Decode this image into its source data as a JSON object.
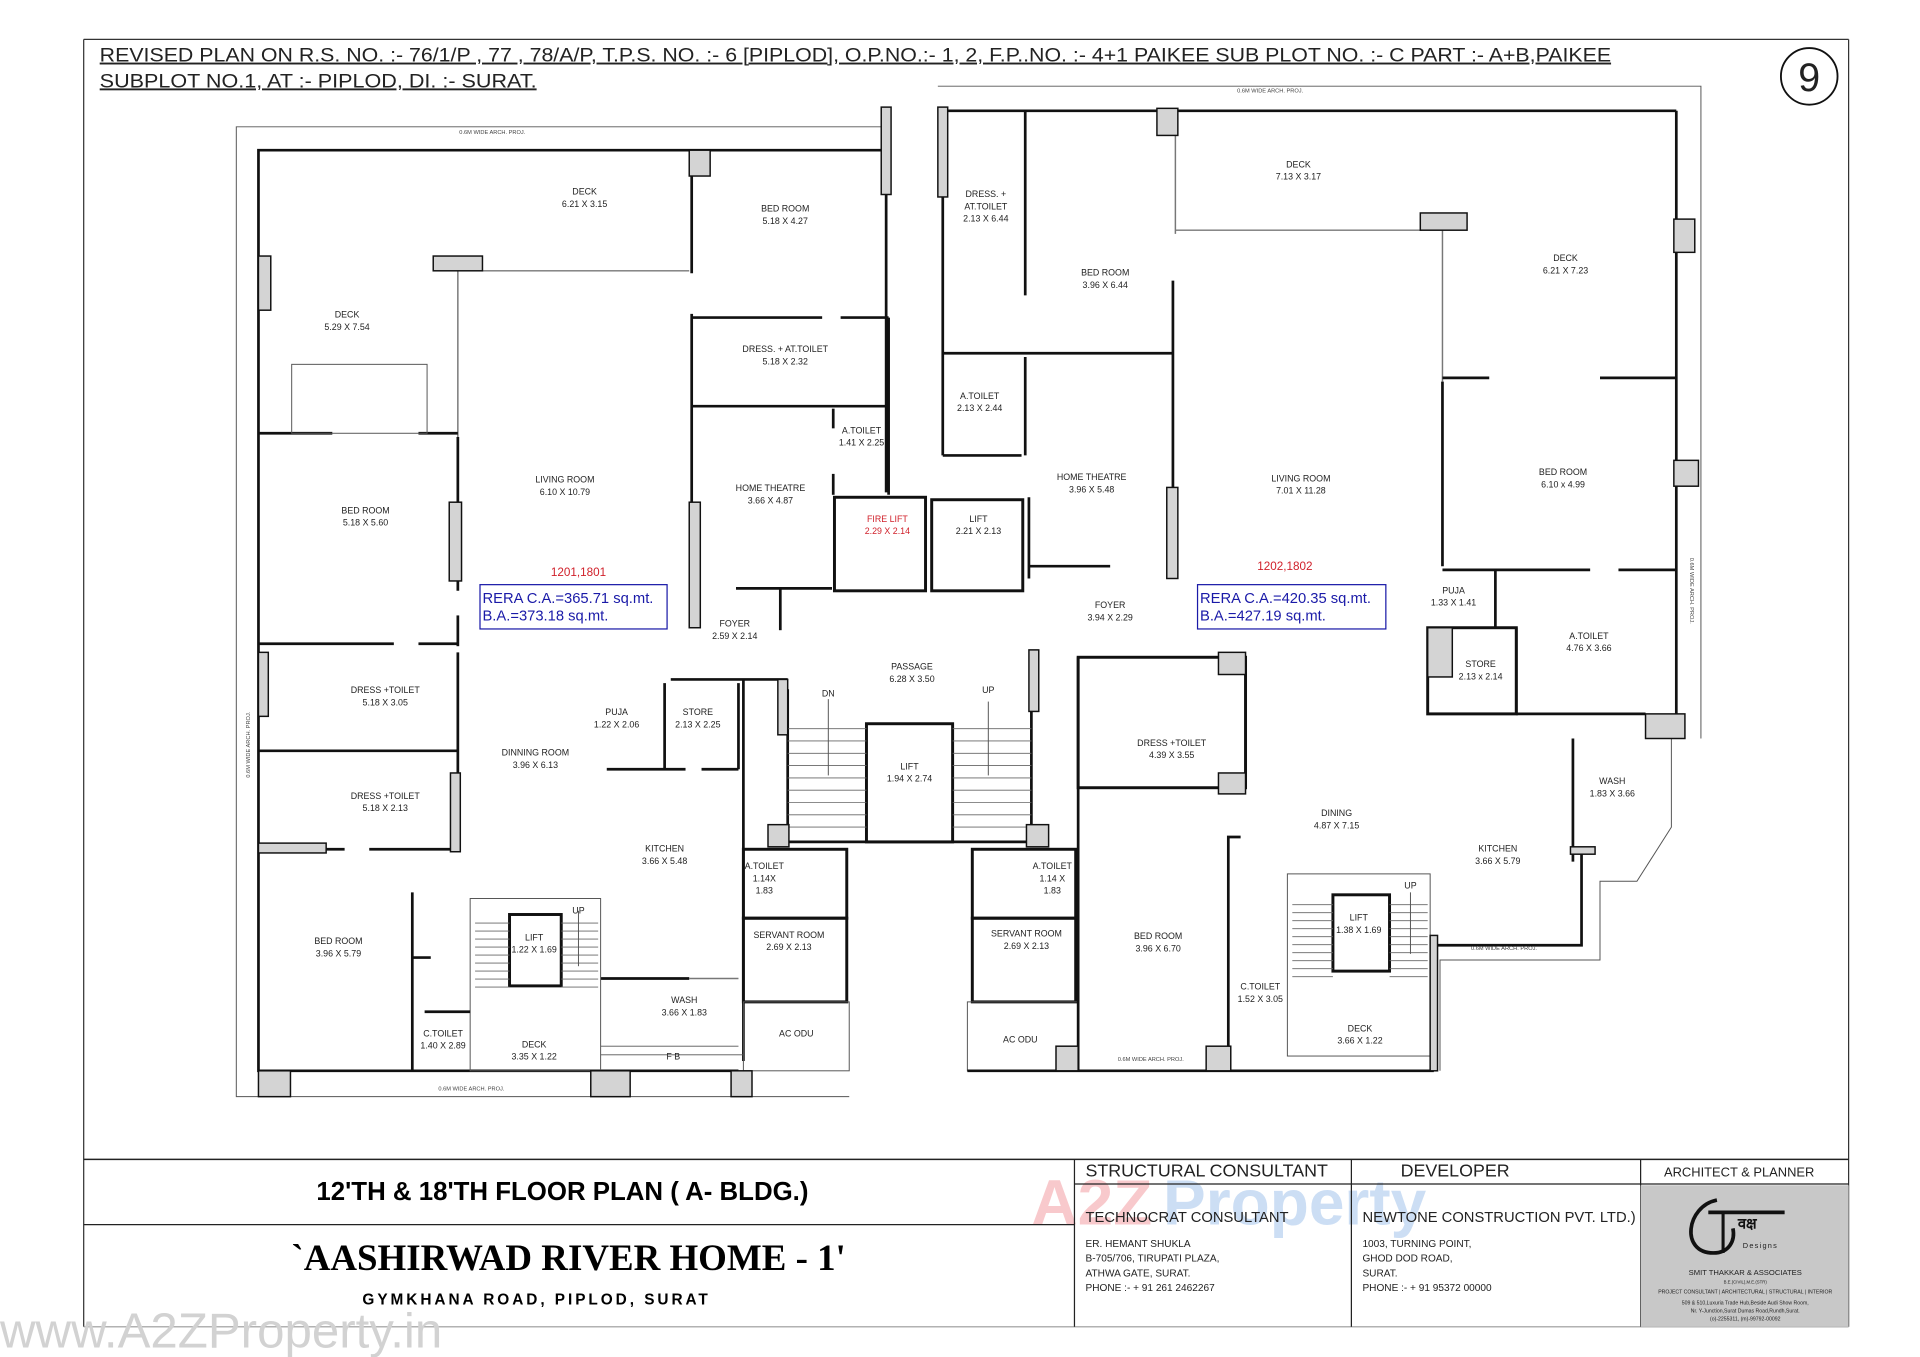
{
  "header": {
    "line1": "REVISED PLAN ON  R.S. NO. :- 76/1/P , 77 , 78/A/P, T.P.S. NO. :- 6 [PIPLOD], O.P.NO.:- 1, 2, F.P..NO. :- 4+1 PAIKEE SUB PLOT NO. :- C PART :- A+B,PAIKEE",
    "line2": "SUBPLOT NO.1,  AT :- PIPLOD, DI. :- SURAT.",
    "sheet_number": "9"
  },
  "plan": {
    "proj_label": "0.6M WIDE ARCH. PROJ.",
    "left_unit": {
      "flat_numbers": "1201,1801",
      "rera_ca": "RERA  C.A.=365.71 sq.mt.",
      "ba": "B.A.=373.18 sq.mt.",
      "rooms": [
        {
          "lines": [
            "DECK",
            "6.21 X 3.15"
          ]
        },
        {
          "lines": [
            "BED ROOM",
            "5.18 X 4.27"
          ]
        },
        {
          "lines": [
            "DECK",
            "5.29 X 7.54"
          ]
        },
        {
          "lines": [
            "DRESS. + AT.TOILET",
            "5.18 X 2.32"
          ]
        },
        {
          "lines": [
            "A.TOILET",
            "1.41 X 2.25"
          ]
        },
        {
          "lines": [
            "LIVING ROOM",
            "6.10 X 10.79"
          ]
        },
        {
          "lines": [
            "HOME THEATRE",
            "3.66 X 4.87"
          ]
        },
        {
          "lines": [
            "FIRE LIFT",
            "2.29 X 2.14"
          ],
          "color": "#d0202a"
        },
        {
          "lines": [
            "LIFT",
            "2.21 X 2.13"
          ]
        },
        {
          "lines": [
            "BED ROOM",
            "5.18 X 5.60"
          ]
        },
        {
          "lines": [
            "FOYER",
            "2.59 X 2.14"
          ]
        },
        {
          "lines": [
            "DRESS +TOILET",
            "5.18 X 3.05"
          ]
        },
        {
          "lines": [
            "PUJA",
            "1.22 X 2.06"
          ]
        },
        {
          "lines": [
            "STORE",
            "2.13 X 2.25"
          ]
        },
        {
          "lines": [
            "DINNING ROOM",
            "3.96 X 6.13"
          ]
        },
        {
          "lines": [
            "DRESS +TOILET",
            "5.18 X 2.13"
          ]
        },
        {
          "lines": [
            "KITCHEN",
            "3.66 X 5.48"
          ]
        },
        {
          "lines": [
            "A.TOILET",
            "1.14X",
            "1.83"
          ]
        },
        {
          "lines": [
            "BED ROOM",
            "3.96 X 5.79"
          ]
        },
        {
          "lines": [
            "LIFT",
            "1.22 X 1.69"
          ]
        },
        {
          "lines": [
            "SERVANT ROOM",
            "2.69 X 2.13"
          ]
        },
        {
          "lines": [
            "WASH",
            "3.66 X 1.83"
          ]
        },
        {
          "lines": [
            "C.TOILET",
            "1.40 X 2.89"
          ]
        },
        {
          "lines": [
            "DECK",
            "3.35 X 1.22"
          ]
        },
        {
          "lines": [
            "AC ODU"
          ]
        },
        {
          "lines": [
            "F B"
          ]
        },
        {
          "lines": [
            "UP"
          ]
        }
      ]
    },
    "core": {
      "rooms": [
        {
          "lines": [
            "PASSAGE",
            "6.28 X 3.50"
          ]
        },
        {
          "lines": [
            "LIFT",
            "1.94 X 2.74"
          ]
        },
        {
          "lines": [
            "DN"
          ]
        },
        {
          "lines": [
            "UP"
          ]
        }
      ]
    },
    "right_unit": {
      "flat_numbers": "1202,1802",
      "rera_ca": "RERA  C.A.=420.35 sq.mt.",
      "ba": "B.A.=427.19 sq.mt.",
      "rooms": [
        {
          "lines": [
            "DECK",
            "7.13 X 3.17"
          ]
        },
        {
          "lines": [
            "DRESS. +",
            "AT.TOILET",
            "2.13 X 6.44"
          ]
        },
        {
          "lines": [
            "BED ROOM",
            "3.96 X 6.44"
          ]
        },
        {
          "lines": [
            "DECK",
            "6.21 X 7.23"
          ]
        },
        {
          "lines": [
            "A.TOILET",
            "2.13 X 2.44"
          ]
        },
        {
          "lines": [
            "HOME THEATRE",
            "3.96 X 5.48"
          ]
        },
        {
          "lines": [
            "LIVING ROOM",
            "7.01 X 11.28"
          ]
        },
        {
          "lines": [
            "BED ROOM",
            "6.10 x 4.99"
          ]
        },
        {
          "lines": [
            "FOYER",
            "3.94 X 2.29"
          ]
        },
        {
          "lines": [
            "PUJA",
            "1.33 X 1.41"
          ]
        },
        {
          "lines": [
            "A.TOILET",
            "4.76 X 3.66"
          ]
        },
        {
          "lines": [
            "STORE",
            "2.13 x 2.14"
          ]
        },
        {
          "lines": [
            "DRESS +TOILET",
            "4.39 X 3.55"
          ]
        },
        {
          "lines": [
            "WASH",
            "1.83 X 3.66"
          ]
        },
        {
          "lines": [
            "DINING",
            "4.87 X 7.15"
          ]
        },
        {
          "lines": [
            "KITCHEN",
            "3.66 X 5.79"
          ]
        },
        {
          "lines": [
            "A.TOILET",
            "1.14 X",
            "1.83"
          ]
        },
        {
          "lines": [
            "LIFT",
            "1.38 X 1.69"
          ]
        },
        {
          "lines": [
            "SERVANT ROOM",
            "2.69 X 2.13"
          ]
        },
        {
          "lines": [
            "BED ROOM",
            "3.96 X 6.70"
          ]
        },
        {
          "lines": [
            "C.TOILET",
            "1.52 X 3.05"
          ]
        },
        {
          "lines": [
            "DECK",
            "3.66 X 1.22"
          ]
        },
        {
          "lines": [
            "AC ODU"
          ]
        },
        {
          "lines": [
            "UP"
          ]
        }
      ]
    }
  },
  "title_block": {
    "floor_title": "12'TH & 18'TH FLOOR PLAN ( A- BLDG.)",
    "project_name": "`AASHIRWAD RIVER HOME - 1'",
    "project_address": "GYMKHANA ROAD, PIPLOD, SURAT",
    "structural": {
      "heading": "STRUCTURAL CONSULTANT",
      "name": "TECHNOCRAT CONSULTANT",
      "address": [
        "ER.   HEMANT SHUKLA",
        "B-705/706, TIRUPATI PLAZA,",
        "ATHWA GATE, SURAT.",
        "PHONE :- + 91 261 2462267"
      ]
    },
    "developer": {
      "heading": "DEVELOPER",
      "name": "NEWTONE CONSTRUCTION PVT. LTD.)",
      "address": [
        "1003, TURNING POINT,",
        "GHOD DOD ROAD,",
        "SURAT.",
        "PHONE :-  + 91 95372 00000"
      ]
    },
    "architect": {
      "heading": "ARCHITECT &  PLANNER",
      "logo_text": "Designs",
      "firm": "SMIT THAKKAR & ASSOCIATES",
      "qualification": "B.E.(CIVIL),M.E.(STR)",
      "services": "PROJECT CONSULTANT  |  ARCHITECTURAL  |  STRUCTURAL  |  INTERIOR",
      "address": [
        "509 & 510,Luxuria Trade Hub,Beside Audi Show Room,",
        "Nr. Y-Junction,Surat Dumas Road,Rundh,Surat.",
        "(o)-2255311, (m)-99792-00092"
      ]
    }
  },
  "watermarks": {
    "url": "www.A2ZProperty.in",
    "logo_a2z": "A2Z",
    "logo_property": "Property"
  },
  "colors": {
    "flat_number": "#d0202a",
    "rera_box": "#1a1aa8",
    "column_fill": "#d4d4d4",
    "architect_panel": "#c8c8c8"
  }
}
